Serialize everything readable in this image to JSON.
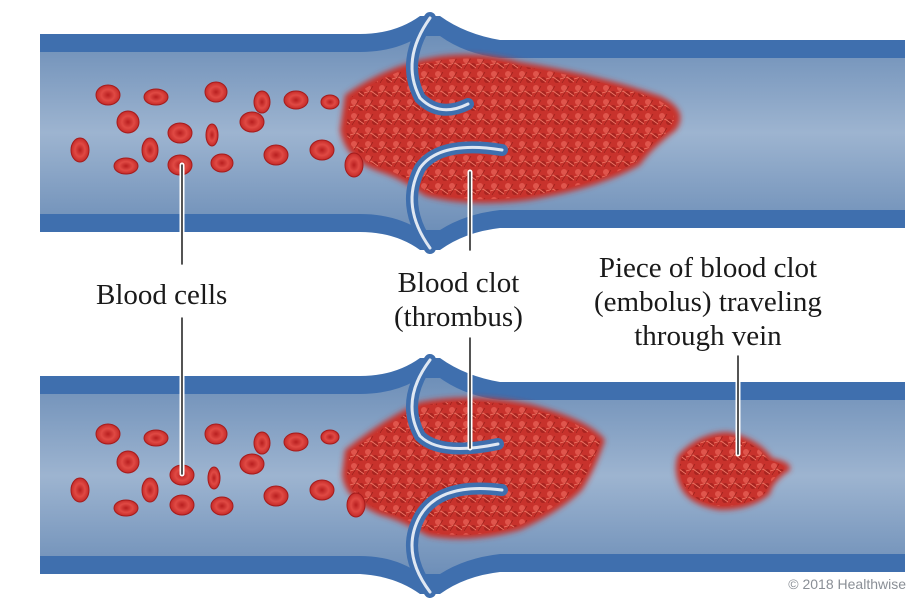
{
  "labels": {
    "blood_cells": "Blood cells",
    "thrombus_line1": "Blood clot",
    "thrombus_line2": "(thrombus)",
    "embolus_line1": "Piece of blood clot",
    "embolus_line2": "(embolus) traveling",
    "embolus_line3": "through vein"
  },
  "credit": "© 2018 Healthwise",
  "colors": {
    "vein_wall": "#3f6fae",
    "vein_lumen": "#8ea7c6",
    "blood": "#d93a36",
    "clot": "#c8322c"
  }
}
